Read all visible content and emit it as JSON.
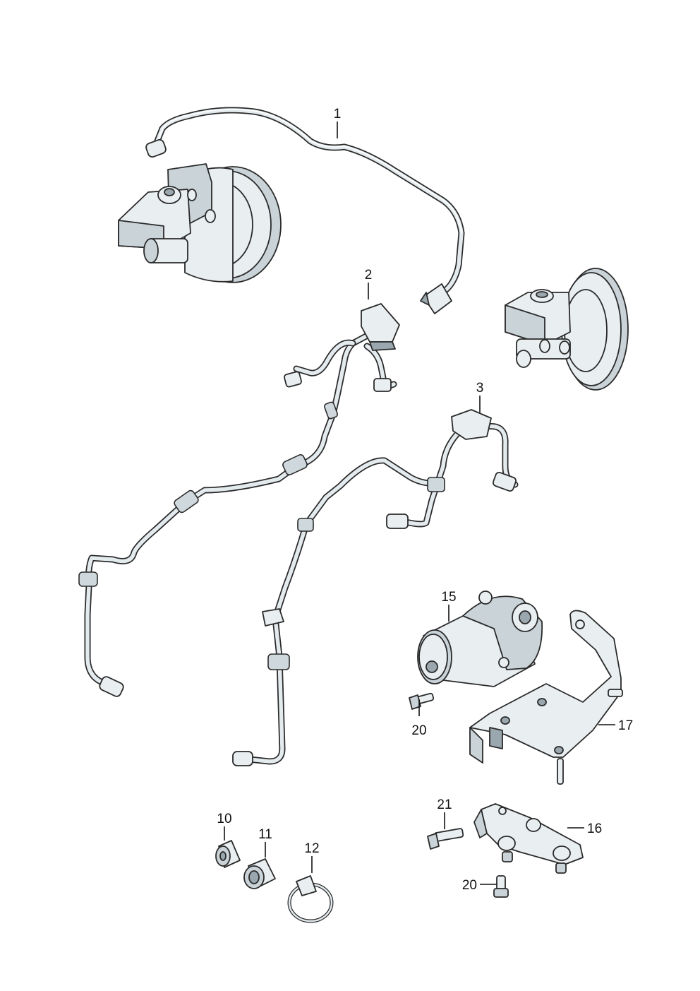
{
  "callouts": {
    "c1": "1",
    "c2": "2",
    "c3": "3",
    "c10": "10",
    "c11": "11",
    "c12": "12",
    "c15": "15",
    "c16": "16",
    "c17": "17",
    "c20a": "20",
    "c20b": "20",
    "c21": "21"
  }
}
